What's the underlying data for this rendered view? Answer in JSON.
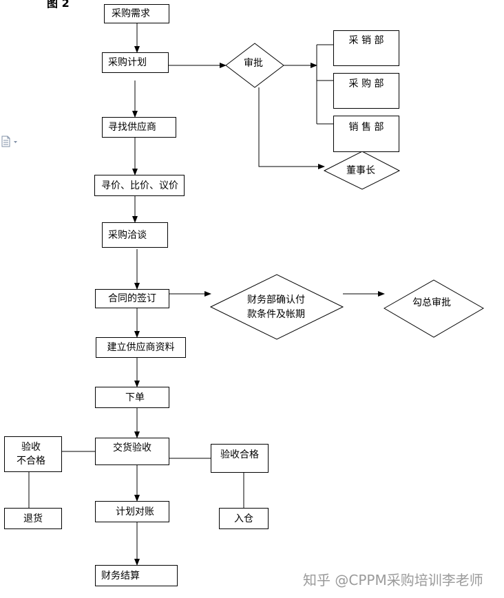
{
  "figure_label": "图 2",
  "left_margin_icon": "document-icon",
  "nodes": {
    "purchase_demand": "采购需求",
    "purchase_plan": "采购计划",
    "approval": "审批",
    "dept_purchase_sales": "采 销 部",
    "dept_purchase": "采 购 部",
    "dept_sales": "销 售 部",
    "chairman": "董事长",
    "find_supplier": "寻找供应商",
    "price_compare": "寻价、比价、议价",
    "negotiation": "采购洽谈",
    "contract_signing": "合同的签订",
    "finance_confirm": [
      "财务部确认付",
      "款条件及帐期"
    ],
    "gou_approval": "勾总审批",
    "supplier_file": "建立供应商资料",
    "place_order": "下单",
    "delivery_inspection": "交货验收",
    "inspection_fail": [
      "验收",
      "不合格"
    ],
    "return_goods": "退货",
    "inspection_pass": "验收合格",
    "warehousing": "入仓",
    "plan_reconcile": "计划对账",
    "financial_settlement": "财务结算"
  },
  "watermark": "知乎 @CPPM采购培训李老师",
  "colors": {
    "line": "#000000",
    "background": "#ffffff",
    "watermark": "#9a9a9a",
    "icon": "#7f8fa6"
  }
}
